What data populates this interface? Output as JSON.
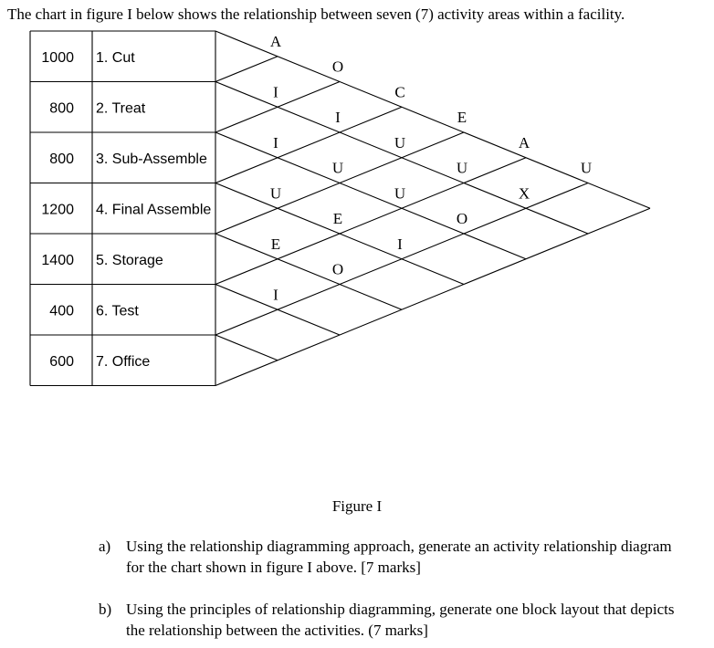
{
  "intro": "The chart in figure I below shows the relationship between seven (7) activity areas within a facility.",
  "activities": [
    {
      "area": "1000",
      "label": "1. Cut"
    },
    {
      "area": "800",
      "label": "2. Treat"
    },
    {
      "area": "800",
      "label": "3. Sub-Assemble"
    },
    {
      "area": "1200",
      "label": "4. Final Assemble"
    },
    {
      "area": "1400",
      "label": "5. Storage"
    },
    {
      "area": "400",
      "label": "6. Test"
    },
    {
      "area": "600",
      "label": "7. Office"
    }
  ],
  "relationships": [
    {
      "pair": [
        1,
        2
      ],
      "code": "A"
    },
    {
      "pair": [
        1,
        3
      ],
      "code": "O"
    },
    {
      "pair": [
        1,
        4
      ],
      "code": "C"
    },
    {
      "pair": [
        1,
        5
      ],
      "code": "E"
    },
    {
      "pair": [
        1,
        6
      ],
      "code": "A"
    },
    {
      "pair": [
        1,
        7
      ],
      "code": "U"
    },
    {
      "pair": [
        2,
        3
      ],
      "code": "I"
    },
    {
      "pair": [
        2,
        4
      ],
      "code": "I"
    },
    {
      "pair": [
        2,
        5
      ],
      "code": "U"
    },
    {
      "pair": [
        2,
        6
      ],
      "code": "U"
    },
    {
      "pair": [
        2,
        7
      ],
      "code": "X"
    },
    {
      "pair": [
        3,
        4
      ],
      "code": "I"
    },
    {
      "pair": [
        3,
        5
      ],
      "code": "U"
    },
    {
      "pair": [
        3,
        6
      ],
      "code": "U"
    },
    {
      "pair": [
        3,
        7
      ],
      "code": "O"
    },
    {
      "pair": [
        4,
        5
      ],
      "code": "U"
    },
    {
      "pair": [
        4,
        6
      ],
      "code": "E"
    },
    {
      "pair": [
        4,
        7
      ],
      "code": "I"
    },
    {
      "pair": [
        5,
        6
      ],
      "code": "E"
    },
    {
      "pair": [
        5,
        7
      ],
      "code": "O"
    },
    {
      "pair": [
        6,
        7
      ],
      "code": "I"
    }
  ],
  "caption": "Figure I",
  "questions": [
    {
      "label": "a)",
      "text": "Using the relationship diagramming approach, generate an activity relationship diagram for the chart shown in figure I above. [7 marks]"
    },
    {
      "label": "b)",
      "text": "Using the principles of relationship diagramming, generate one block layout that depicts the relationship between the activities.     (7 marks]"
    }
  ]
}
